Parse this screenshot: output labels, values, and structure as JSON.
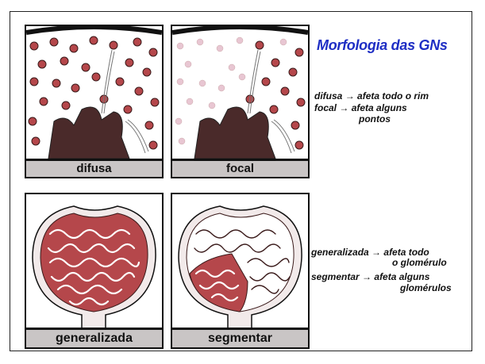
{
  "title": "Morfologia das GNs",
  "panels": {
    "difusa": "difusa",
    "focal": "focal",
    "generalizada": "generalizada",
    "segmentar": "segmentar"
  },
  "notes": {
    "difusa_term": "difusa",
    "difusa_desc": "afeta todo o rim",
    "focal_term": "focal",
    "focal_desc_1": "afeta alguns",
    "focal_desc_2": "pontos",
    "generalizada_term": "generalizada",
    "generalizada_desc_1": "afeta todo",
    "generalizada_desc_2": "o glomérulo",
    "segmentar_term": "segmentar",
    "segmentar_desc_1": "afeta alguns",
    "segmentar_desc_2": "glomérulos",
    "arrow": "→"
  },
  "colors": {
    "title": "#1e2ec4",
    "lesion": "#b5474b",
    "tissue": "#4a2a2a",
    "caption_bg": "#c9c5c5"
  },
  "icons": [
    "right-arrow-icon"
  ]
}
